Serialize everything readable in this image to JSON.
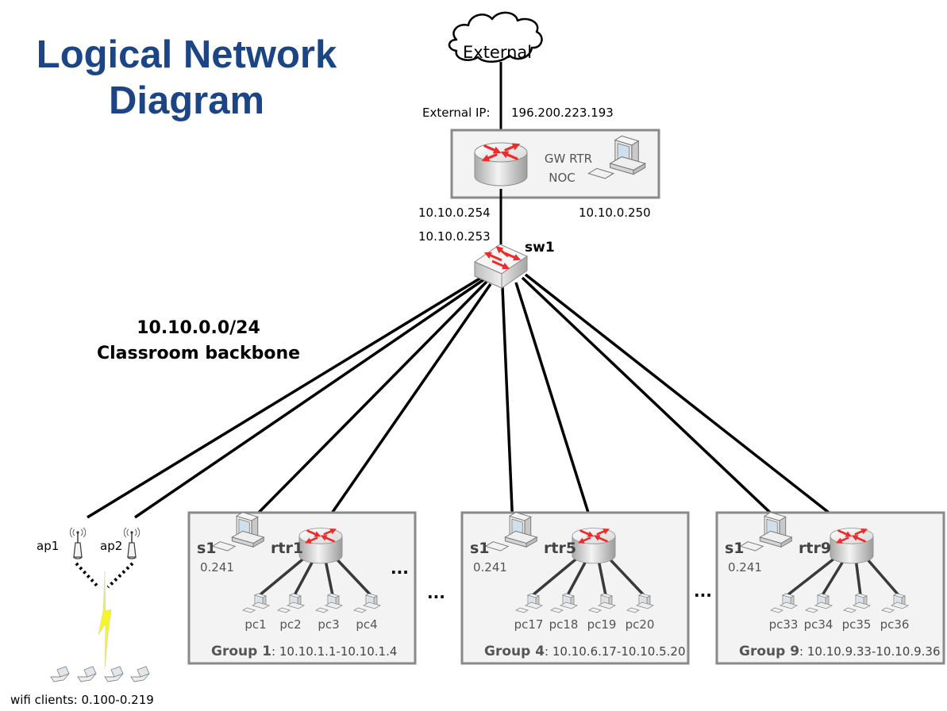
{
  "title": {
    "line1": "Logical Network",
    "line2": "Diagram"
  },
  "colors": {
    "title": "#1b4585",
    "device_arrow": "#ee2a2a",
    "box_border": "#8a8a8a",
    "box_fill": "#f3f3f3",
    "lightning": "#f5f52a"
  },
  "external": {
    "cloud_label": "External",
    "ip_label": "External IP:",
    "ip_value": "196.200.223.193"
  },
  "gateway": {
    "line1": "GW RTR",
    "line2": "NOC",
    "router_ip": "10.10.0.254",
    "noc_ip": "10.10.0.250"
  },
  "switch": {
    "name": "sw1",
    "ip": "10.10.0.253"
  },
  "backbone": {
    "subnet": "10.10.0.0/24",
    "name": "Classroom backbone"
  },
  "wifi": {
    "aps": [
      {
        "name": "ap1"
      },
      {
        "name": "ap2"
      }
    ],
    "clients_label": "wifi clients: 0.100-0.219",
    "client_count": 4
  },
  "groups": [
    {
      "server": "s1",
      "server_ip": "0.241",
      "router": "rtr1",
      "pcs": [
        "pc1",
        "pc2",
        "pc3",
        "pc4"
      ],
      "caption_bold": "Group 1",
      "caption_range": ": 10.10.1.1-10.10.1.4"
    },
    {
      "server": "s1",
      "server_ip": "0.241",
      "router": "rtr5",
      "pcs": [
        "pc17",
        "pc18",
        "pc19",
        "pc20"
      ],
      "caption_bold": "Group 4",
      "caption_range": ": 10.10.6.17-10.10.5.20"
    },
    {
      "server": "s1",
      "server_ip": "0.241",
      "router": "rtr9",
      "pcs": [
        "pc33",
        "pc34",
        "pc35",
        "pc36"
      ],
      "caption_bold": "Group 9",
      "caption_range": ": 10.10.9.33-10.10.9.36"
    }
  ],
  "ellipses": [
    "...",
    "...",
    "..."
  ]
}
